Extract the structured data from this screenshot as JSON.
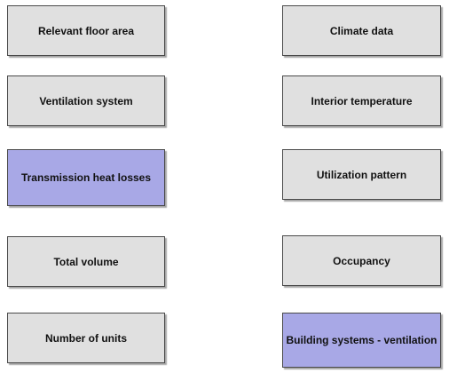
{
  "colors": {
    "default_fill": "#e0e0e0",
    "highlight_fill": "#a8a8e6",
    "border": "#4a4a4a"
  },
  "left_column": [
    {
      "label": "Relevant floor area",
      "highlighted": false
    },
    {
      "label": "Ventilation system",
      "highlighted": false
    },
    {
      "label": "Transmission heat losses",
      "highlighted": true
    },
    {
      "label": "Total volume",
      "highlighted": false
    },
    {
      "label": "Number of units",
      "highlighted": false
    }
  ],
  "right_column": [
    {
      "label": "Climate data",
      "highlighted": false
    },
    {
      "label": "Interior temperature",
      "highlighted": false
    },
    {
      "label": "Utilization pattern",
      "highlighted": false
    },
    {
      "label": "Occupancy",
      "highlighted": false
    },
    {
      "label": "Building systems - ventilation",
      "highlighted": true
    }
  ]
}
